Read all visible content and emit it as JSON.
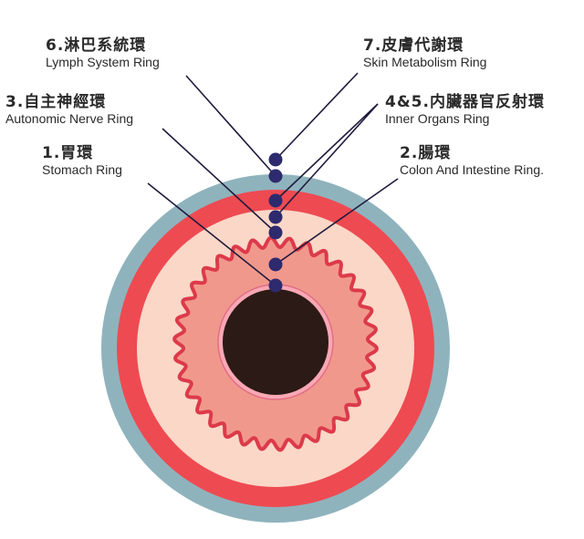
{
  "labels": {
    "lymph": {
      "zh": "6.淋巴系統環",
      "en": "Lymph System Ring"
    },
    "autonomic": {
      "zh": "3.自主神經環",
      "en": "Autonomic Nerve Ring"
    },
    "stomach": {
      "zh": "1.胃環",
      "en": "Stomach Ring"
    },
    "skin": {
      "zh": "7.皮膚代謝環",
      "en": "Skin Metabolism Ring"
    },
    "organs": {
      "zh": "4&5.内臟器官反射環",
      "en": "Inner Organs Ring"
    },
    "colon": {
      "zh": "2.腸環",
      "en": "Colon And Intestine Ring."
    }
  },
  "colors": {
    "outer_ring": "#8fb3bd",
    "red_ring": "#ee4a52",
    "cream_ring": "#fbd7c7",
    "wavy_border": "#dc3a4a",
    "intestine_zone": "#f1988c",
    "stomach_ring": "#f9a8b4",
    "pupil": "#2c1a17",
    "marker": "#2d2a6e"
  }
}
